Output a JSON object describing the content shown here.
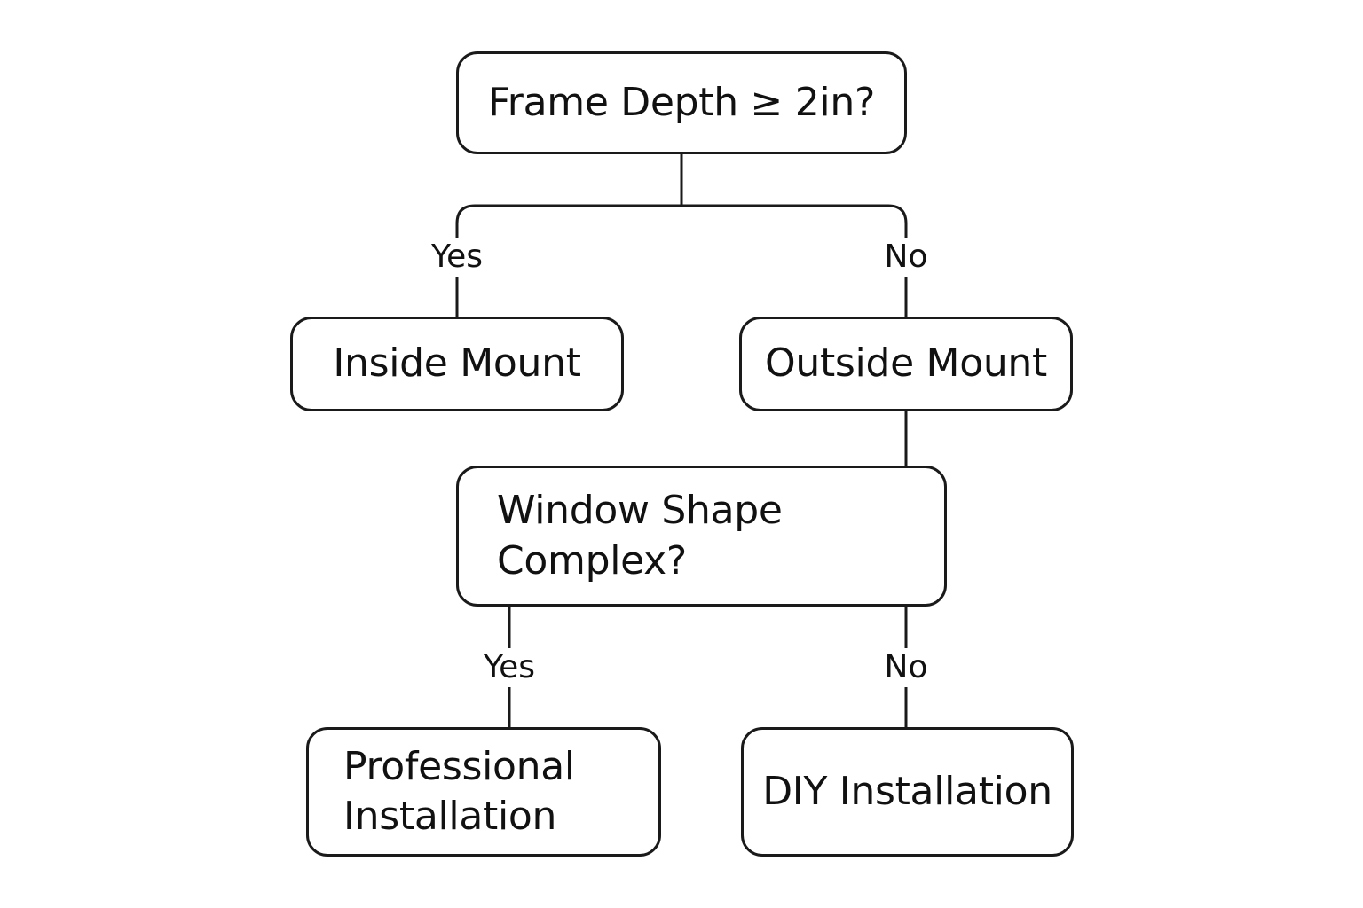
{
  "diagram": {
    "nodes": {
      "frame_depth": "Frame Depth ≥ 2in?",
      "inside_mount": "Inside Mount",
      "outside_mount": "Outside Mount",
      "window_shape": "Window Shape\nComplex?",
      "professional": "Professional\nInstallation",
      "diy": "DIY Installation"
    },
    "edges": {
      "frame_yes": "Yes",
      "frame_no": "No",
      "shape_yes": "Yes",
      "shape_no": "No"
    },
    "colors": {
      "stroke": "#1a1a1a",
      "text": "#111111",
      "background": "#ffffff"
    }
  }
}
